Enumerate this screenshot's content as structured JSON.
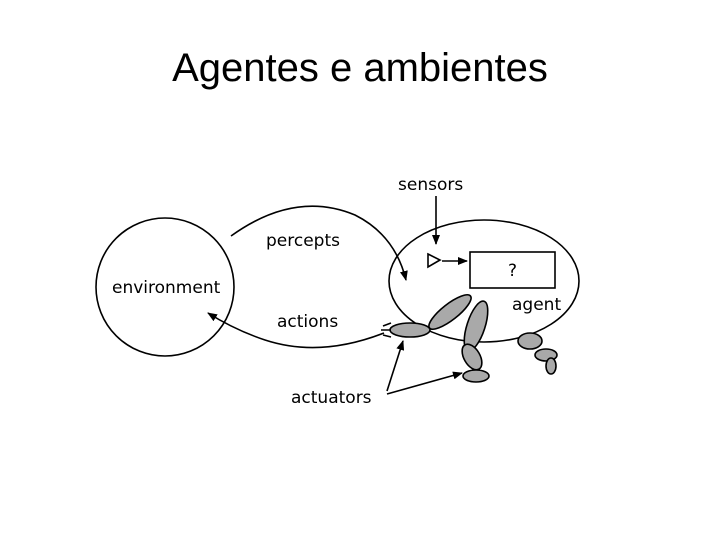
{
  "slide": {
    "title": "Agentes e ambientes"
  },
  "diagram": {
    "environment_label": "environment",
    "percepts_label": "percepts",
    "actions_label": "actions",
    "sensors_label": "sensors",
    "agent_label": "agent",
    "agent_program_label": "?",
    "actuators_label": "actuators"
  },
  "colors": {
    "background": "#ffffff",
    "stroke": "#000000",
    "limb_fill": "#a9a9a9"
  }
}
